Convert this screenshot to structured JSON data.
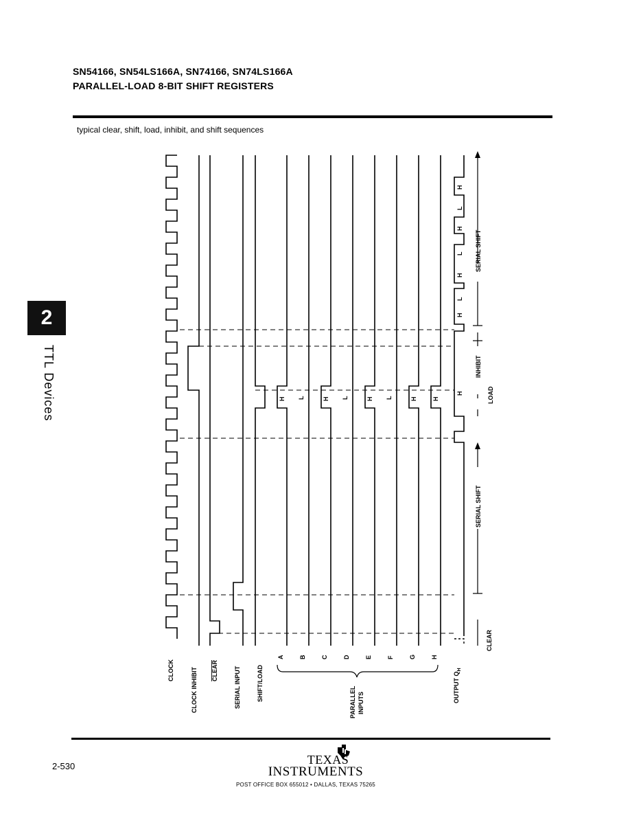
{
  "header": {
    "title_line1": "SN54166, SN54LS166A, SN74166, SN74LS166A",
    "title_line2": "PARALLEL-LOAD 8-BIT SHIFT REGISTERS"
  },
  "subtitle": "typical clear, shift, load, inhibit, and shift sequences",
  "side_tab": {
    "number": "2",
    "label": "TTL Devices"
  },
  "signals": {
    "clock": "CLOCK",
    "clock_inhibit": "CLOCK INHIBIT",
    "clear": "CLEAR",
    "serial_input": "SERIAL INPUT",
    "shift_load": "SHIFT/LOAD",
    "parallel_inputs": [
      "A",
      "B",
      "C",
      "D",
      "E",
      "F",
      "G",
      "H"
    ],
    "parallel_group": [
      "PARALLEL",
      "INPUTS"
    ],
    "output": "OUTPUT Q",
    "output_sub": "H"
  },
  "parallel_levels": [
    "H",
    "L",
    "H",
    "L",
    "H",
    "L",
    "H",
    "H"
  ],
  "output_levels": [
    "H",
    "L",
    "H",
    "L",
    "H",
    "L",
    "H",
    "H"
  ],
  "load_output_level": "H",
  "phases": {
    "clear": "CLEAR",
    "serial_shift_1": "SERIAL SHIFT",
    "load": "LOAD",
    "inhibit": "INHIBIT",
    "serial_shift_2": "SERIAL SHIFT"
  },
  "footer": {
    "page_number": "2-530",
    "logo_line1": "TEXAS",
    "logo_line2": "INSTRUMENTS",
    "address": "POST OFFICE BOX 655012 • DALLAS, TEXAS 75265"
  }
}
